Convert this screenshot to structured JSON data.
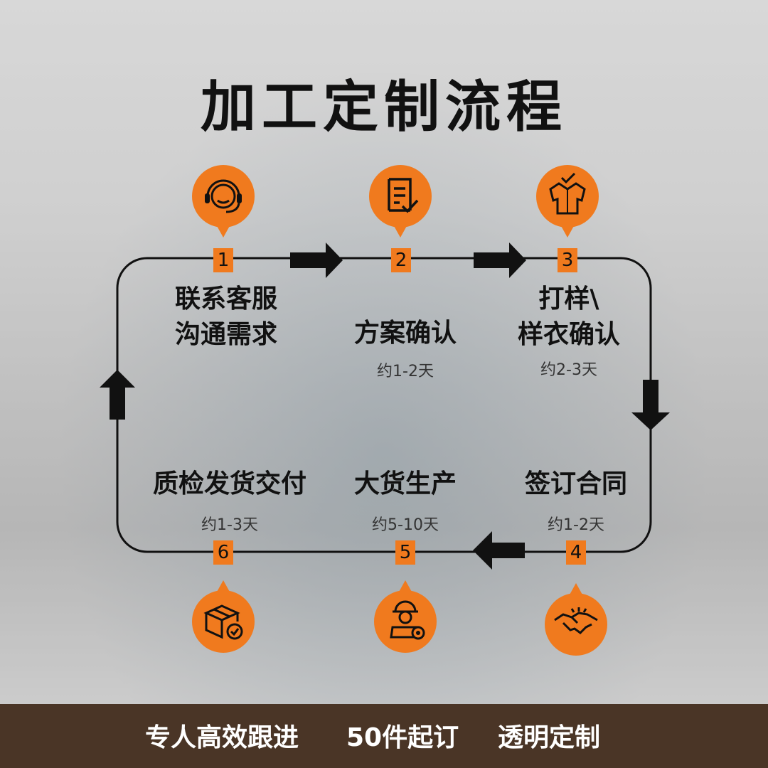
{
  "title": "加工定制流程",
  "steps": [
    {
      "num": "1",
      "line1": "联系客服",
      "line2": "沟通需求",
      "duration": "",
      "icon": "headset-icon"
    },
    {
      "num": "2",
      "line1": "方案确认",
      "line2": "",
      "duration": "约1-2天",
      "icon": "document-check-icon"
    },
    {
      "num": "3",
      "line1": "打样\\",
      "line2": "样衣确认",
      "duration": "约2-3天",
      "icon": "shirt-check-icon"
    },
    {
      "num": "4",
      "line1": "签订合同",
      "line2": "",
      "duration": "约1-2天",
      "icon": "handshake-icon"
    },
    {
      "num": "5",
      "line1": "大货生产",
      "line2": "",
      "duration": "约5-10天",
      "icon": "worker-gear-icon"
    },
    {
      "num": "6",
      "line1": "质检发货交付",
      "line2": "",
      "duration": "约1-3天",
      "icon": "package-check-icon"
    }
  ],
  "footer": [
    "专人高效跟进",
    "50件起订",
    "透明定制"
  ],
  "colors": {
    "accent": "#f07a1e",
    "footer_bg": "#4a3526",
    "title": "#111111"
  }
}
